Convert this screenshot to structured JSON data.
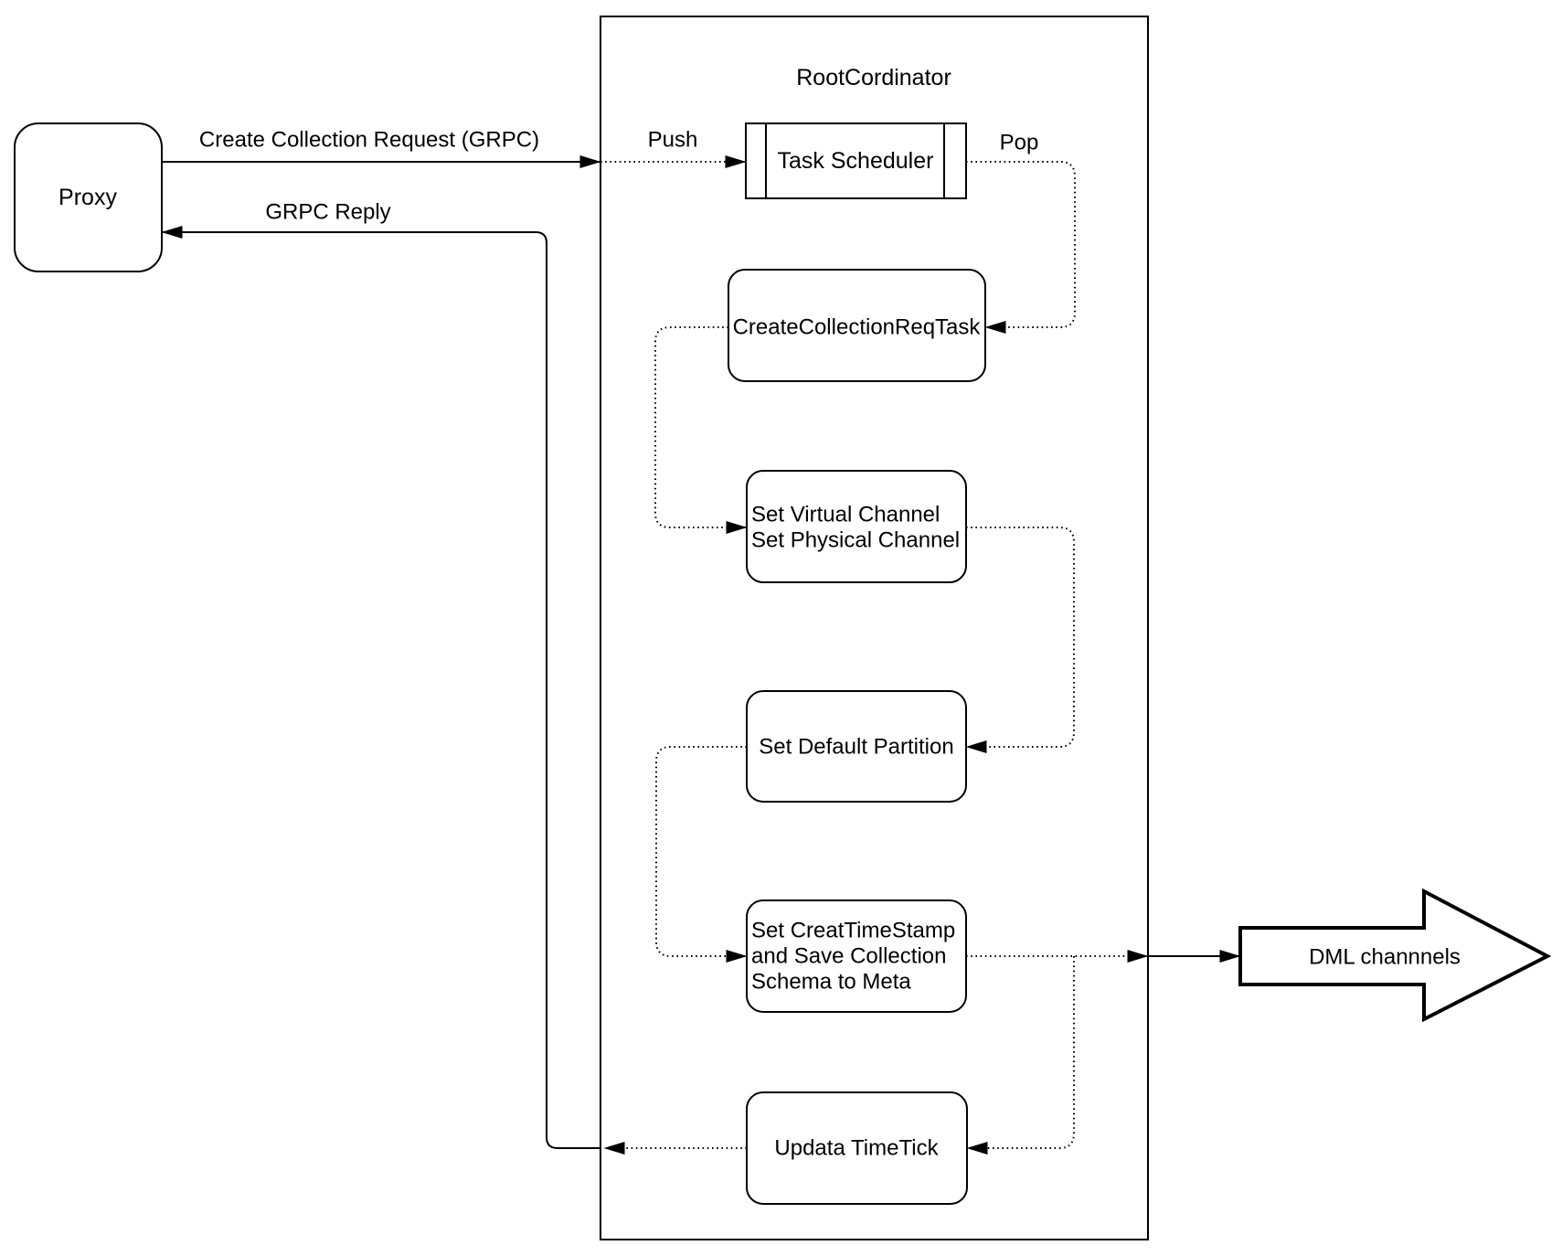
{
  "diagram": {
    "proxy": {
      "label": "Proxy"
    },
    "root_coordinator": {
      "title": "RootCordinator"
    },
    "nodes": {
      "task_scheduler": {
        "label": "Task Scheduler"
      },
      "create_collection_req_task": {
        "label": "CreateCollectionReqTask"
      },
      "set_channels": {
        "lines": [
          "Set Virtual Channel",
          "Set Physical Channel"
        ]
      },
      "set_default_partition": {
        "label": "Set Default Partition"
      },
      "set_creat_timestamp": {
        "lines": [
          "Set CreatTimeStamp",
          "and Save Collection",
          "Schema to Meta"
        ]
      },
      "updata_timetick": {
        "label": "Updata TimeTick"
      }
    },
    "edge_labels": {
      "create_collection_request": "Create Collection Request (GRPC)",
      "grpc_reply": "GRPC Reply",
      "push": "Push",
      "pop": "Pop"
    },
    "dml_channels": {
      "label": "DML channnels"
    },
    "colors": {
      "stroke": "#000000",
      "node_fill": "#ffffff",
      "background": "#ffffff"
    }
  }
}
